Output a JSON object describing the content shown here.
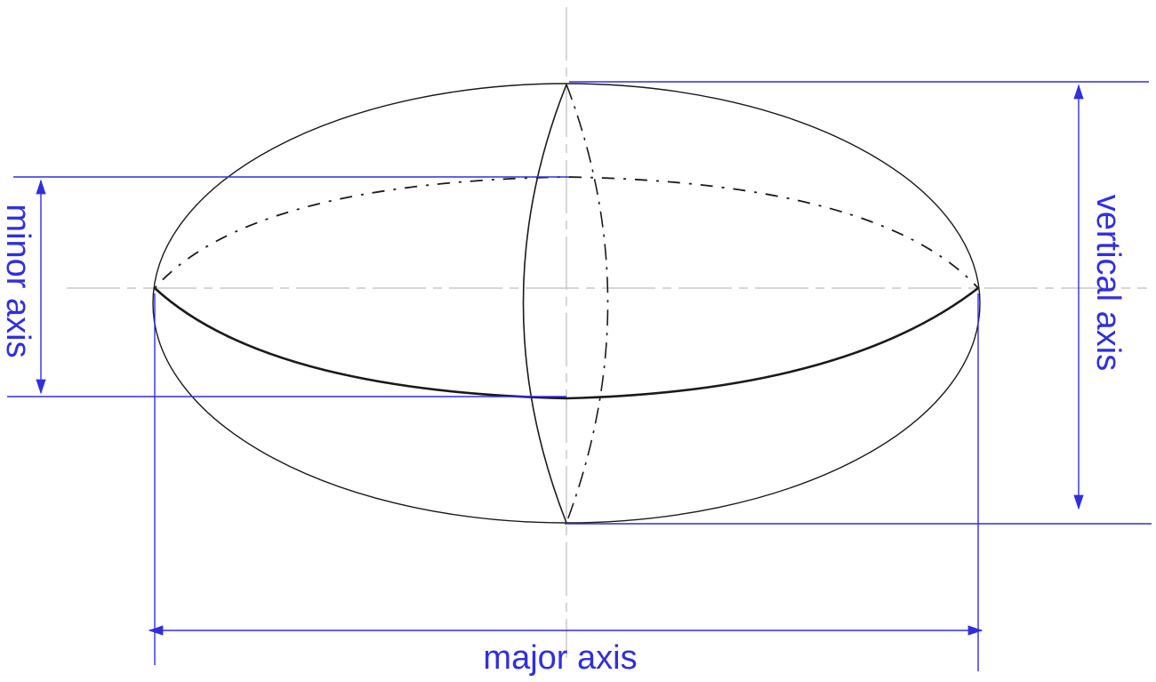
{
  "labels": {
    "minor_axis": "minor axis",
    "vertical_axis": "vertical axis",
    "major_axis": "major axis"
  },
  "colors": {
    "dimension": "#2f2fe0",
    "outline": "#1a1a1a",
    "centerline": "#c8c8c8"
  }
}
